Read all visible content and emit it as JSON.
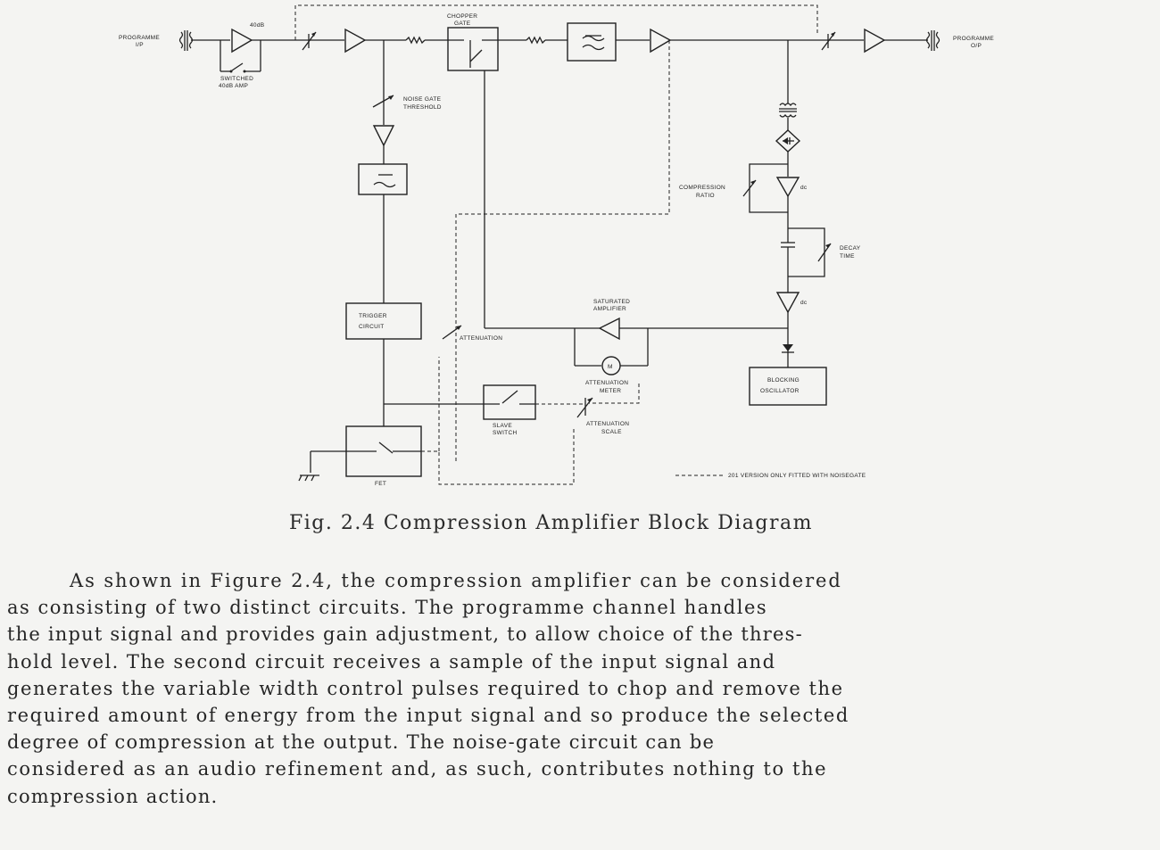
{
  "figure": {
    "labels": {
      "programme_in": [
        "PROGRAMME",
        "I/P"
      ],
      "programme_out": [
        "PROGRAMME",
        "O/P"
      ],
      "gain_40db": "40dB",
      "switched_amp": [
        "SWITCHED",
        "40dB AMP"
      ],
      "chopper_gate": [
        "CHOPPER",
        "GATE"
      ],
      "noise_gate_threshold": [
        "NOISE GATE",
        "THRESHOLD"
      ],
      "compression_ratio": [
        "COMPRESSION",
        "RATIO"
      ],
      "dc_1": "dc",
      "decay_time": [
        "DECAY",
        "TIME"
      ],
      "dc_2": "dc",
      "saturated_amplifier": [
        "SATURATED",
        "AMPLIFIER"
      ],
      "trigger_circuit": [
        "TRIGGER",
        "CIRCUIT"
      ],
      "attenuation": "ATTENUATION",
      "meter_symbol": "M",
      "attenuation_meter": [
        "ATTENUATION",
        "METER"
      ],
      "blocking_oscillator": [
        "BLOCKING",
        "OSCILLATOR"
      ],
      "slave_switch": [
        "SLAVE",
        "SWITCH"
      ],
      "attenuation_scale": [
        "ATTENUATION",
        "SCALE"
      ],
      "fet": "FET",
      "legend_note": "201 VERSION ONLY FITTED WITH NOISEGATE"
    }
  },
  "caption": "Fig. 2.4 Compression Amplifier Block Diagram",
  "paragraph_lines": [
    "As shown in Figure 2.4, the compression amplifier can be considered",
    "as consisting of two distinct circuits.   The programme channel handles",
    "the input signal and provides gain adjustment, to allow choice of the thres-",
    "hold level.   The second circuit receives a sample of the input signal and",
    "generates the variable width control pulses required to chop and remove the",
    "required amount of energy from the input signal and so produce the selected",
    "degree of compression at the output.   The noise-gate circuit can be",
    "considered as an audio refinement and, as such, contributes nothing to the",
    "compression action."
  ]
}
